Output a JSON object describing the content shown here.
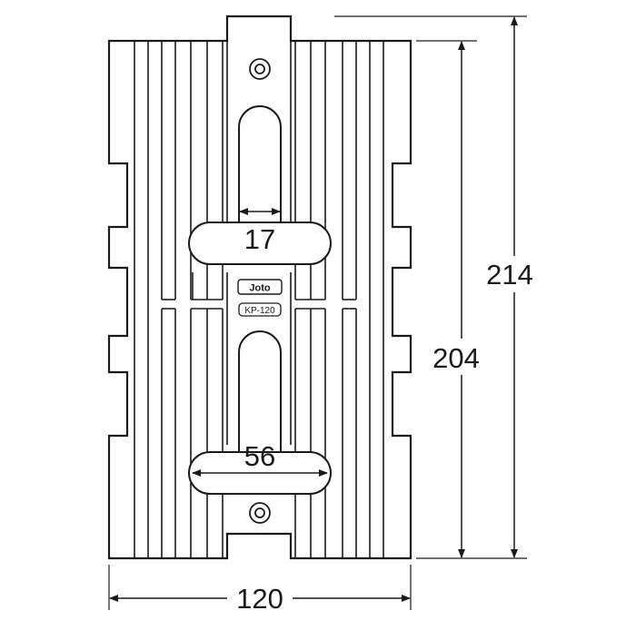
{
  "drawing": {
    "dimensions": {
      "slot_width": "17",
      "slot_length": "56",
      "inner_height": "204",
      "total_height": "214",
      "width": "120"
    },
    "brand_label": "Joto",
    "model_label": "KP-120"
  }
}
